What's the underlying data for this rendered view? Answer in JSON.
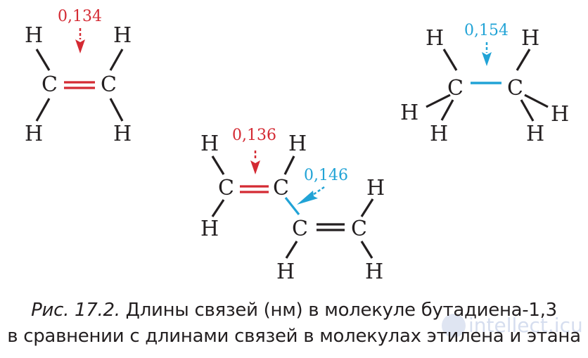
{
  "figure": {
    "ethylene": {
      "atoms": [
        "H",
        "H",
        "C",
        "C",
        "H",
        "H"
      ],
      "bond_label": "0,134",
      "bond_color": "#d42a33"
    },
    "ethane": {
      "atoms": [
        "H",
        "H",
        "C",
        "C",
        "H",
        "H",
        "H",
        "H"
      ],
      "bond_label": "0,154",
      "bond_color": "#21a3d6"
    },
    "butadiene": {
      "atoms": [
        "H",
        "H",
        "C",
        "C",
        "H",
        "C",
        "C",
        "H",
        "H",
        "H"
      ],
      "double_bond_label": "0,136",
      "single_bond_label": "0,146",
      "double_bond_color": "#d42a33",
      "single_bond_color": "#21a3d6"
    }
  },
  "caption": {
    "prefix": "Рис. 17.2.",
    "line1": " Длины связей (нм) в молекуле бутадиена-1,3",
    "line2": "в сравнении с длинами связей в молекулах этилена и этана"
  },
  "watermark": "intellect.icu"
}
